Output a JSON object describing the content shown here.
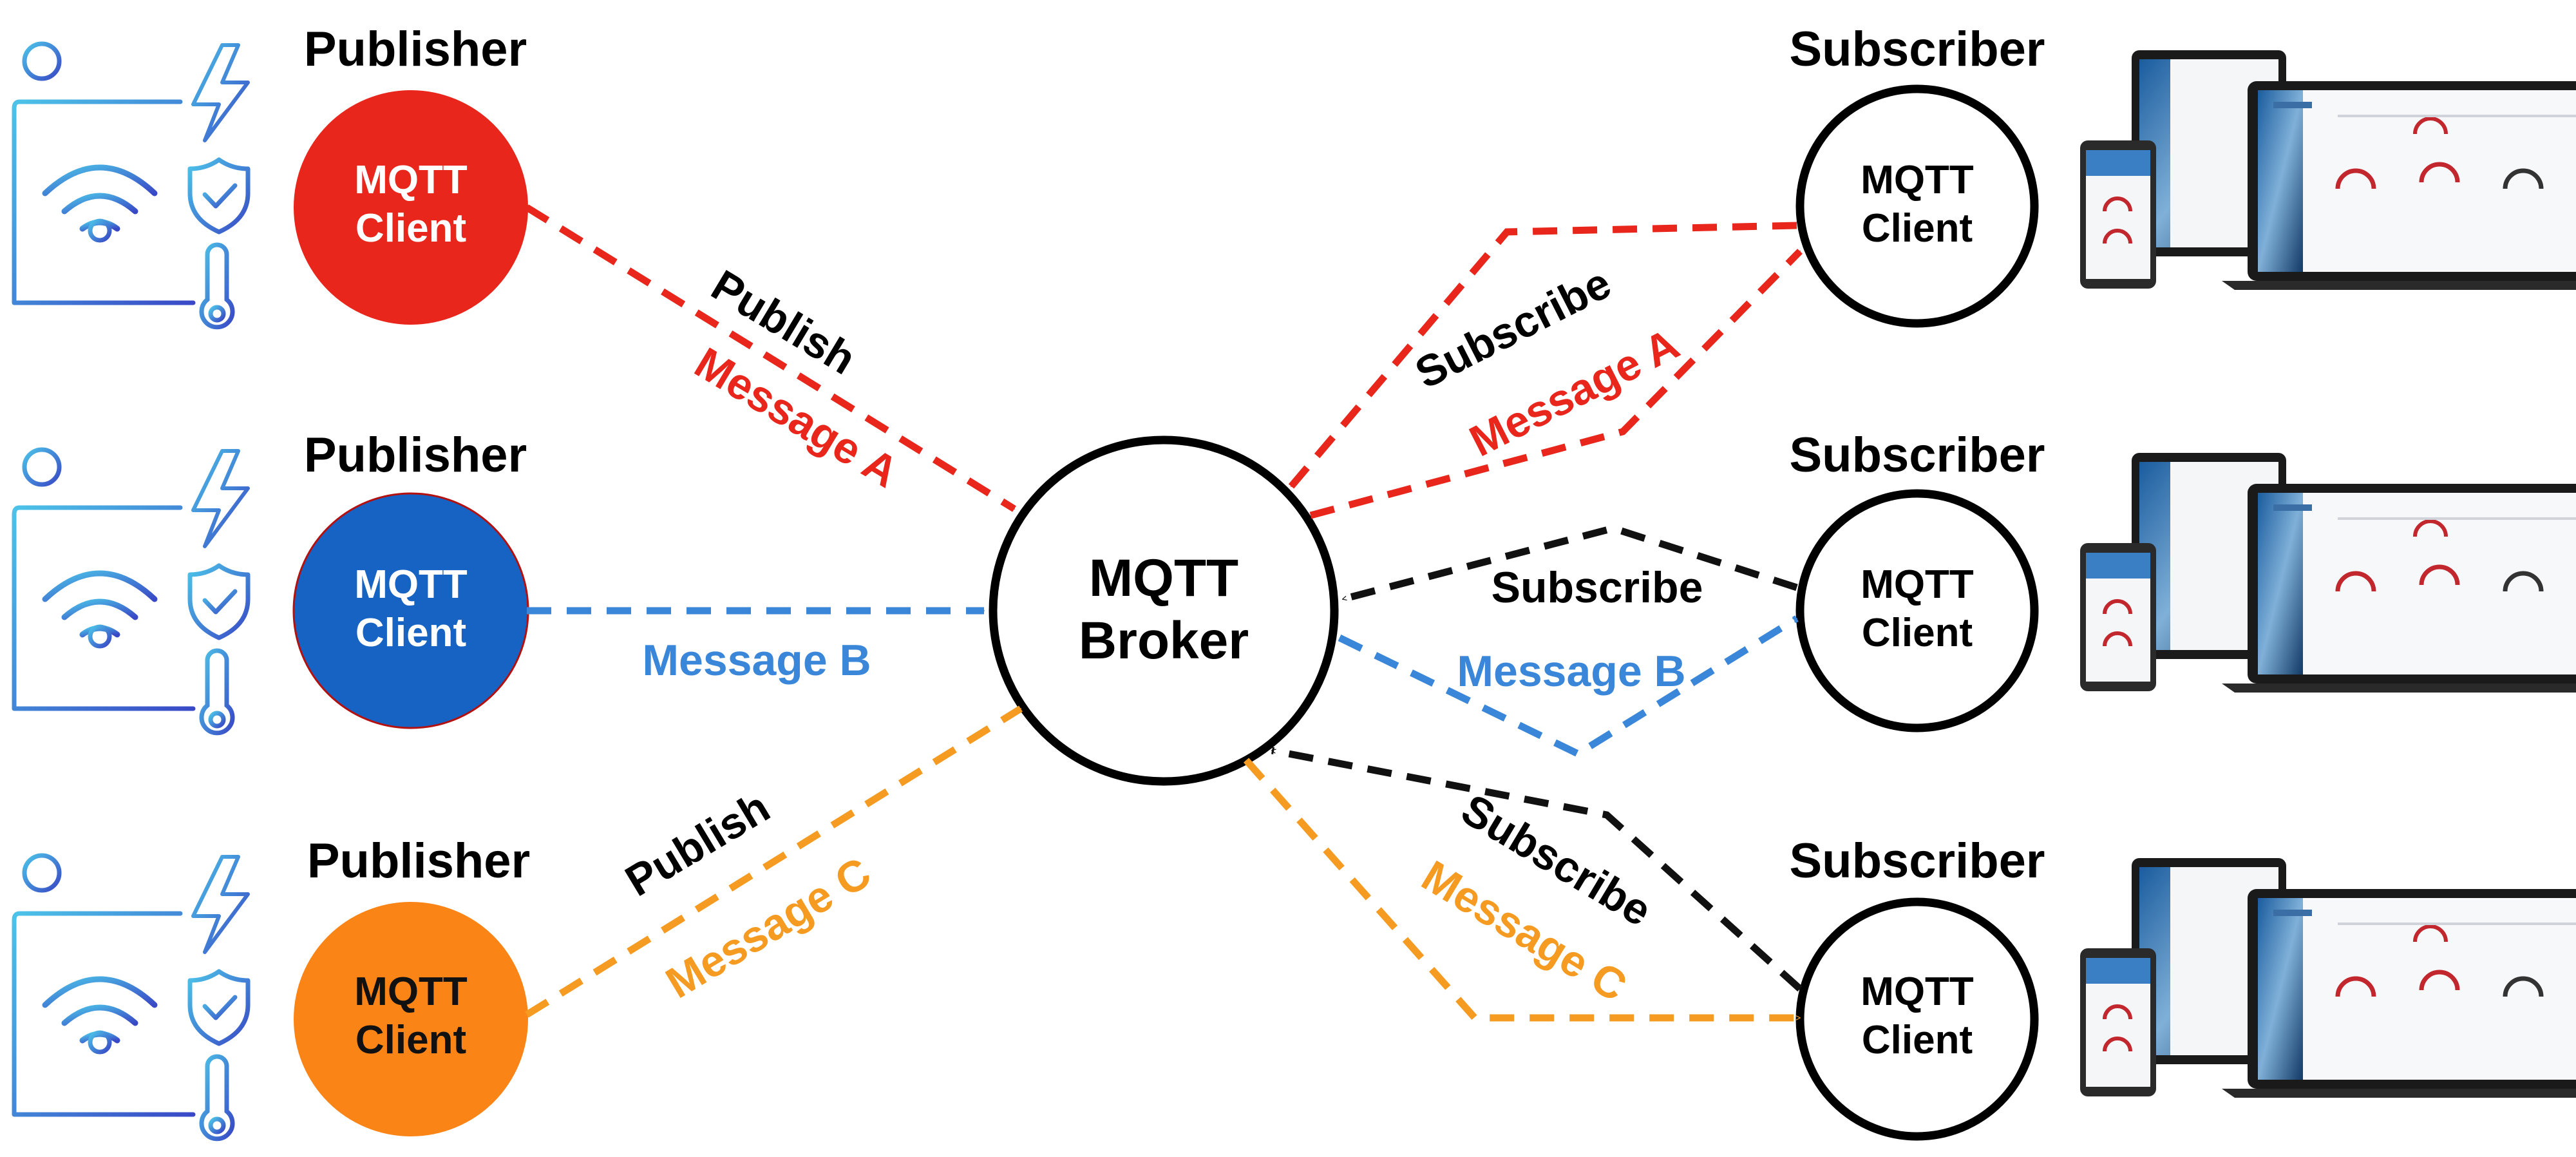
{
  "diagram": {
    "broker": {
      "line1": "MQTT",
      "line2": "Broker"
    },
    "publishers": [
      {
        "heading": "Publisher",
        "line1": "MQTT",
        "line2": "Client",
        "color": "#e8261c"
      },
      {
        "heading": "Publisher",
        "line1": "MQTT",
        "line2": "Client",
        "color": "#1763c4"
      },
      {
        "heading": "Publisher",
        "line1": "MQTT",
        "line2": "Client",
        "color": "#fb8417"
      }
    ],
    "subscribers": [
      {
        "heading": "Subscriber",
        "line1": "MQTT",
        "line2": "Client"
      },
      {
        "heading": "Subscriber",
        "line1": "MQTT",
        "line2": "Client"
      },
      {
        "heading": "Subscriber",
        "line1": "MQTT",
        "line2": "Client"
      }
    ],
    "edge_labels": {
      "publish_a": "Publish",
      "message_a_pub": "Message A",
      "message_b_pub": "Message B",
      "publish_c": "Publish",
      "message_c_pub": "Message C",
      "subscribe_1": "Subscribe",
      "message_a_sub": "Message A",
      "subscribe_2": "Subscribe",
      "message_b_sub": "Message B",
      "subscribe_3": "Subscribe",
      "message_c_sub": "Message C"
    },
    "colors": {
      "message_a": "#e8261c",
      "message_b": "#3a86d9",
      "message_c": "#f59b22",
      "subscribe": "#111111",
      "iot_icon": "#3fa3e0"
    },
    "icons": [
      "wifi-icon",
      "lightning-icon",
      "shield-check-icon",
      "thermometer-icon",
      "device-dashboard-icon"
    ]
  }
}
